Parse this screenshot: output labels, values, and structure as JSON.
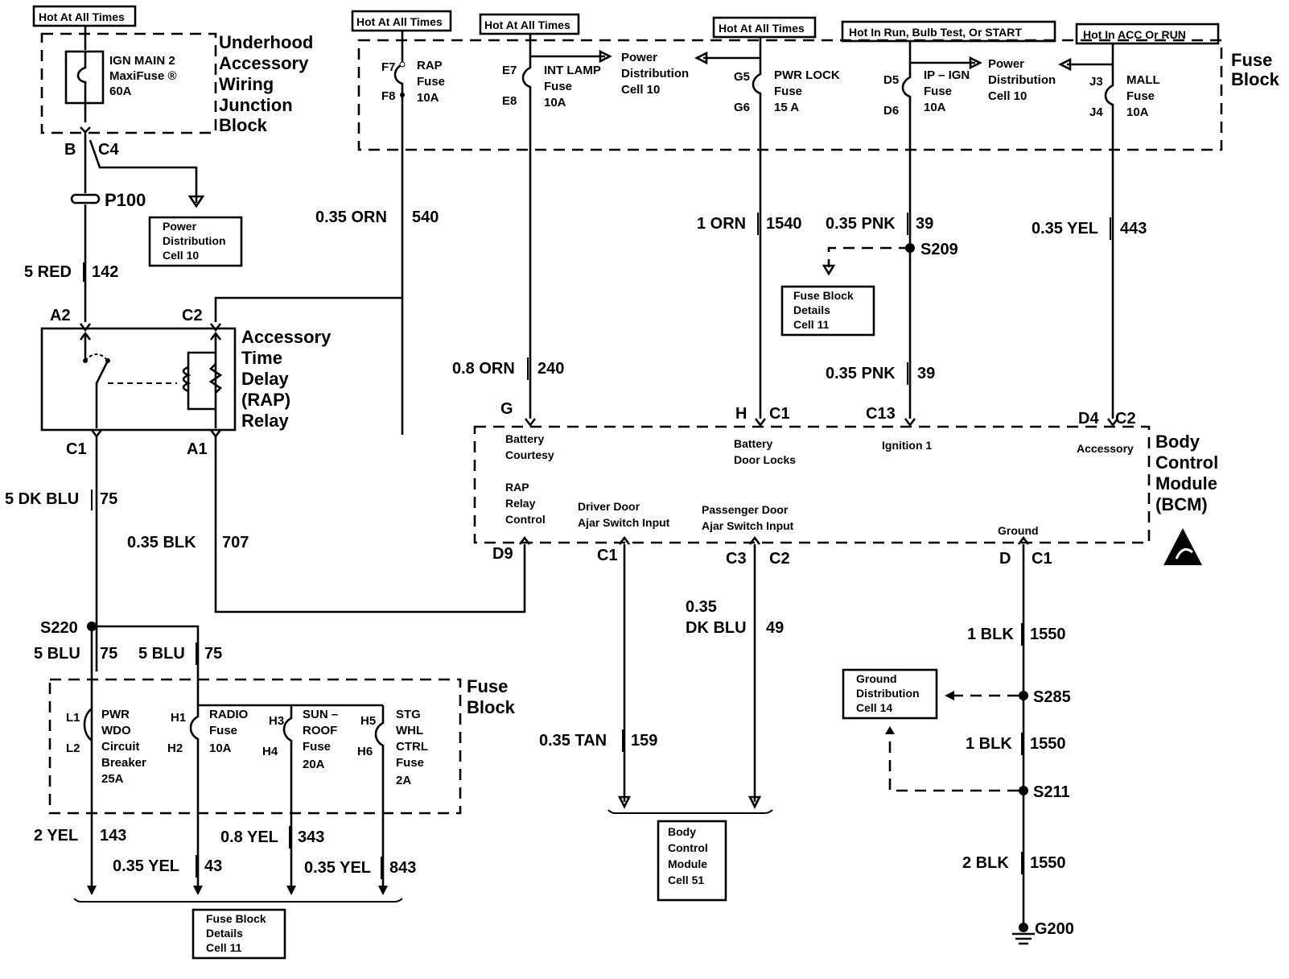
{
  "hot_labels": {
    "underhood": "Hot At All Times",
    "rap_fuse": "Hot At All Times",
    "int_lamp": "Hot At All Times",
    "pwr_lock": "Hot At All Times",
    "ip_ign": "Hot In Run, Bulb Test, Or START",
    "mall": "Hot In ACC Or RUN"
  },
  "underhood_block": {
    "title": [
      "Underhood",
      "Accessory",
      "Wiring",
      "Junction",
      "Block"
    ],
    "fuse": [
      "IGN MAIN 2",
      "MaxiFuse ®",
      "60A"
    ],
    "pin_b": "B",
    "pin_c4": "C4",
    "connector": "P100"
  },
  "power_dist_left": [
    "Power",
    "Distribution",
    "Cell 10"
  ],
  "fuse_block_top": {
    "title": [
      "Fuse",
      "Block"
    ],
    "rap": {
      "pin_top": "F7",
      "pin_bottom": "F8",
      "text": [
        "RAP",
        "Fuse",
        "10A"
      ]
    },
    "int_lamp": {
      "pin_top": "E7",
      "pin_bottom": "E8",
      "text": [
        "INT LAMP",
        "Fuse",
        "10A"
      ]
    },
    "power_dist_a": [
      "Power",
      "Distribution",
      "Cell 10"
    ],
    "pwr_lock": {
      "pin_top": "G5",
      "pin_bottom": "G6",
      "text": [
        "PWR LOCK",
        "Fuse",
        "15 A"
      ]
    },
    "ip_ign": {
      "pin_top": "D5",
      "pin_bottom": "D6",
      "text": [
        "IP – IGN",
        "Fuse",
        "10A"
      ]
    },
    "power_dist_b": [
      "Power",
      "Distribution",
      "Cell 10"
    ],
    "mall": {
      "pin_top": "J3",
      "pin_bottom": "J4",
      "text": [
        "MALL",
        "Fuse",
        "10A"
      ]
    }
  },
  "wires": {
    "w540": {
      "gauge": "0.35 ORN",
      "circuit": "540"
    },
    "w142": {
      "gauge": "5 RED",
      "circuit": "142"
    },
    "w1540": {
      "gauge": "1 ORN",
      "circuit": "1540"
    },
    "w39a": {
      "gauge": "0.35 PNK",
      "circuit": "39"
    },
    "w443": {
      "gauge": "0.35 YEL",
      "circuit": "443"
    },
    "w240": {
      "gauge": "0.8 ORN",
      "circuit": "240"
    },
    "w39b": {
      "gauge": "0.35 PNK",
      "circuit": "39"
    },
    "w75a": {
      "gauge": "5 DK BLU",
      "circuit": "75"
    },
    "w707": {
      "gauge": "0.35 BLK",
      "circuit": "707"
    },
    "w75b": {
      "gauge": "5 BLU",
      "circuit": "75"
    },
    "w75c": {
      "gauge": "5 BLU",
      "circuit": "75"
    },
    "w49": {
      "gauge_line1": "0.35",
      "gauge_line2": "DK BLU",
      "circuit": "49"
    },
    "w159": {
      "gauge": "0.35 TAN",
      "circuit": "159"
    },
    "w1550a": {
      "gauge": "1 BLK",
      "circuit": "1550"
    },
    "w1550b": {
      "gauge": "1 BLK",
      "circuit": "1550"
    },
    "w1550c": {
      "gauge": "2 BLK",
      "circuit": "1550"
    },
    "w143": {
      "gauge": "2 YEL",
      "circuit": "143"
    },
    "w43": {
      "gauge": "0.35 YEL",
      "circuit": "43"
    },
    "w343": {
      "gauge": "0.8 YEL",
      "circuit": "343"
    },
    "w843": {
      "gauge": "0.35 YEL",
      "circuit": "843"
    }
  },
  "splices": {
    "s209": "S209",
    "s220": "S220",
    "s285": "S285",
    "s211": "S211"
  },
  "fuse_block_details_top": [
    "Fuse Block",
    "Details",
    "Cell 11"
  ],
  "relay": {
    "title": [
      "Accessory",
      "Time",
      "Delay",
      "(RAP)",
      "Relay"
    ],
    "pin_a2": "A2",
    "pin_c2": "C2",
    "pin_c1": "C1",
    "pin_a1": "A1"
  },
  "bcm": {
    "title": [
      "Body",
      "Control",
      "Module",
      "(BCM)"
    ],
    "pins_top": {
      "g": "G",
      "h": "H",
      "c1": "C1",
      "c13": "C13",
      "d4": "D4",
      "c2": "C2"
    },
    "inputs_top": {
      "battery_courtesy": [
        "Battery",
        "Courtesy"
      ],
      "battery_door_locks": [
        "Battery",
        "Door Locks"
      ],
      "ignition1": "Ignition 1",
      "accessory": "Accessory"
    },
    "inputs_bottom": {
      "rap_relay_control": [
        "RAP",
        "Relay",
        "Control"
      ],
      "driver_door": [
        "Driver Door",
        "Ajar Switch Input"
      ],
      "passenger_door": [
        "Passenger Door",
        "Ajar Switch Input"
      ],
      "ground": "Ground"
    },
    "pins_bottom": {
      "d9": "D9",
      "c1": "C1",
      "c3": "C3",
      "c2": "C2",
      "d": "D",
      "c1b": "C1"
    }
  },
  "fuse_block_bottom": {
    "title": [
      "Fuse",
      "Block"
    ],
    "pwr_wdo": {
      "pin_top": "L1",
      "pin_bottom": "L2",
      "text": [
        "PWR",
        "WDO",
        "Circuit",
        "Breaker",
        "25A"
      ]
    },
    "radio": {
      "pin_top": "H1",
      "pin_bottom": "H2",
      "text": [
        "RADIO",
        "Fuse",
        "10A"
      ]
    },
    "sunroof": {
      "pin_top": "H3",
      "pin_bottom": "H4",
      "text": [
        "SUN –",
        "ROOF",
        "Fuse",
        "20A"
      ]
    },
    "stg_whl": {
      "pin_top": "H5",
      "pin_bottom": "H6",
      "text": [
        "STG",
        "WHL",
        "CTRL",
        "Fuse",
        "2A"
      ]
    }
  },
  "fuse_block_details_bottom": [
    "Fuse Block",
    "Details",
    "Cell 11"
  ],
  "bcm_cell51": [
    "Body",
    "Control",
    "Module",
    "Cell 51"
  ],
  "ground_distribution": [
    "Ground",
    "Distribution",
    "Cell 14"
  ],
  "ground": "G200"
}
